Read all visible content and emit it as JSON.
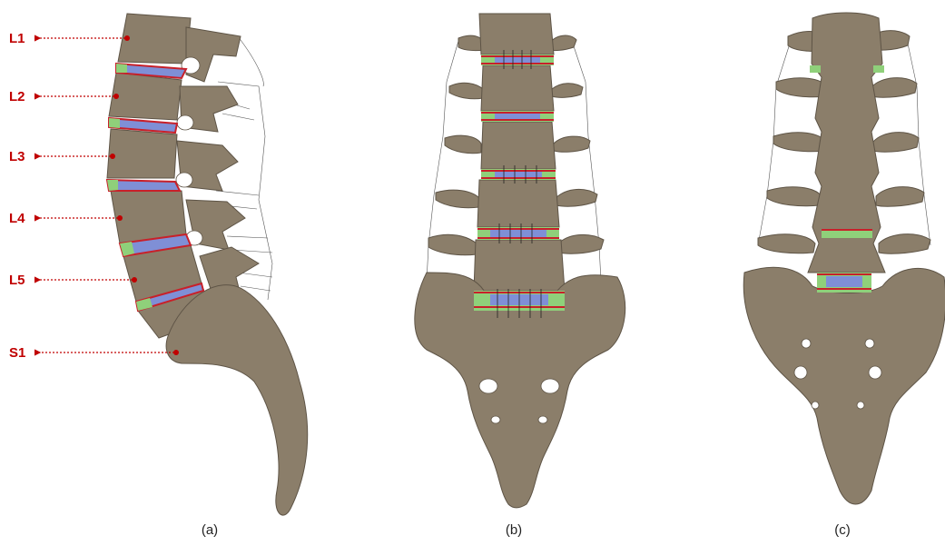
{
  "colors": {
    "bone": "#8b7e6a",
    "bone_dark": "#6e6352",
    "bone_light": "#a59a86",
    "label_red": "#c00000",
    "disc_green": "#8fd07a",
    "disc_blue": "#7f8fd6",
    "disc_red": "#c8202a"
  },
  "vertebra_labels": [
    "L1",
    "L2",
    "L3",
    "L4",
    "L5",
    "S1"
  ],
  "captions": {
    "a": "(a)",
    "b": "(b)",
    "c": "(c)"
  }
}
